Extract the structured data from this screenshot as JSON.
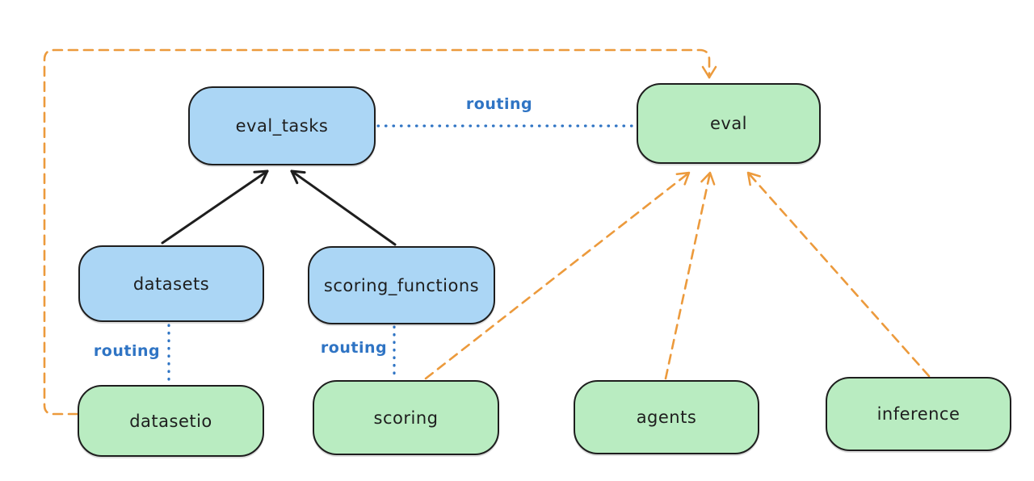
{
  "diagram": {
    "colors": {
      "api_box_fill": "#abd6f5",
      "provider_box_fill": "#b9ecc1",
      "box_border": "#1e1e1e",
      "solid_arrow": "#1e1e1e",
      "routing_line": "#2f74c4",
      "dashed_dependency_line": "#ec9a3c",
      "background": "#ffffff"
    },
    "nodes": {
      "eval_tasks": {
        "label": "eval_tasks"
      },
      "eval": {
        "label": "eval"
      },
      "datasets": {
        "label": "datasets"
      },
      "scoring_functions": {
        "label": "scoring_functions"
      },
      "datasetio": {
        "label": "datasetio"
      },
      "scoring": {
        "label": "scoring"
      },
      "agents": {
        "label": "agents"
      },
      "inference": {
        "label": "inference"
      }
    },
    "edge_labels": {
      "routing_eval_tasks_eval": "routing",
      "routing_datasets_datasetio": "routing",
      "routing_scoring_functions_scoring": "routing"
    },
    "edges": [
      {
        "from": "datasets",
        "to": "eval_tasks",
        "style": "solid-arrow"
      },
      {
        "from": "scoring_functions",
        "to": "eval_tasks",
        "style": "solid-arrow"
      },
      {
        "from": "eval_tasks",
        "to": "eval",
        "style": "dotted",
        "label": "routing"
      },
      {
        "from": "datasets",
        "to": "datasetio",
        "style": "dotted",
        "label": "routing"
      },
      {
        "from": "scoring_functions",
        "to": "scoring",
        "style": "dotted",
        "label": "routing"
      },
      {
        "from": "datasetio",
        "to": "eval",
        "style": "dashed-arrow"
      },
      {
        "from": "scoring",
        "to": "eval",
        "style": "dashed-arrow"
      },
      {
        "from": "agents",
        "to": "eval",
        "style": "dashed-arrow"
      },
      {
        "from": "inference",
        "to": "eval",
        "style": "dashed-arrow"
      }
    ]
  }
}
